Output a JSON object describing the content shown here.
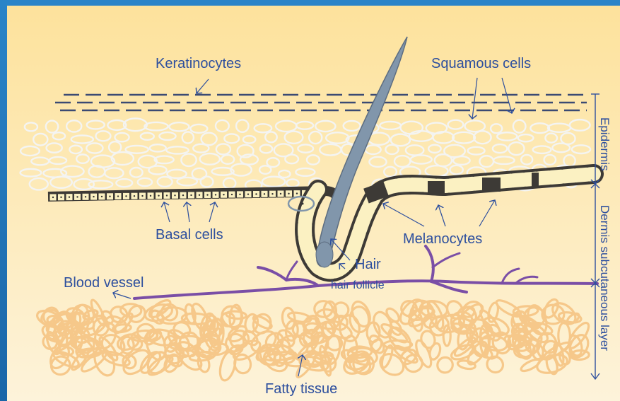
{
  "labels": {
    "keratinocytes": "Keratinocytes",
    "squamous_cells": "Squamous cells",
    "basal_cells": "Basal cells",
    "melanocytes": "Melanocytes",
    "hair": "Hair",
    "hair_follicle": "hair follicle",
    "blood_vessel": "Blood vessel",
    "fatty_tissue": "Fatty tissue"
  },
  "layers": {
    "epidermis": "Epidermis",
    "dermis": "Dermis subcutaneous layer"
  },
  "colors": {
    "label_text": "#2d4f9e",
    "arrow": "#2d4f9e",
    "background_top": "#fde7a9",
    "background_bottom": "#fdf4dc",
    "cell_outline": "#f4f4f2",
    "hair": "#7f93a8",
    "melanin": "#3d3a36",
    "blood_vessel": "#7a4ea6",
    "fat": "#f6c88a",
    "frame": "#1d6fb3"
  }
}
